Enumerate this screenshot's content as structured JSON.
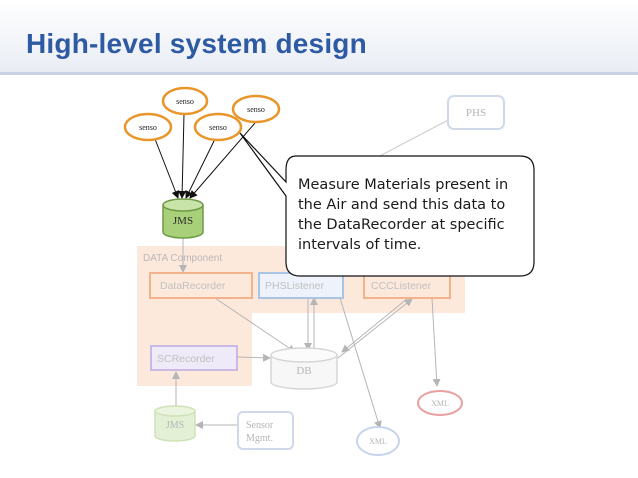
{
  "title": "High-level system design",
  "sensors": [
    "senso",
    "senso",
    "senso",
    "senso"
  ],
  "nodes": {
    "jms_top": "JMS",
    "phs": "PHS",
    "data_component": "DATA Component",
    "data_recorder": "DataRecorder",
    "phs_listener": "PHSListener",
    "ccc_listener": "CCCListener",
    "sc_recorder": "SCRecorder",
    "db": "DB",
    "jms_bottom": "JMS",
    "sensor_mgmt_line1": "Sensor",
    "sensor_mgmt_line2": "Mgmt.",
    "xml_right": "XML",
    "xml_bottom": "XML"
  },
  "callout": "Measure Materials present in the Air and send this data to the DataRecorder at specific intervals of time.",
  "colors": {
    "title": "#2e5aa3",
    "sensor_border": "#e8962a",
    "jms_fill": "#a8cf79",
    "data_component_bg": "#fde9dc",
    "recorder_border": "#f2b38c",
    "listener_border": "#aac4e6",
    "screcorder_border": "#c9b9e4",
    "xml_border": "#e8a0a0"
  }
}
